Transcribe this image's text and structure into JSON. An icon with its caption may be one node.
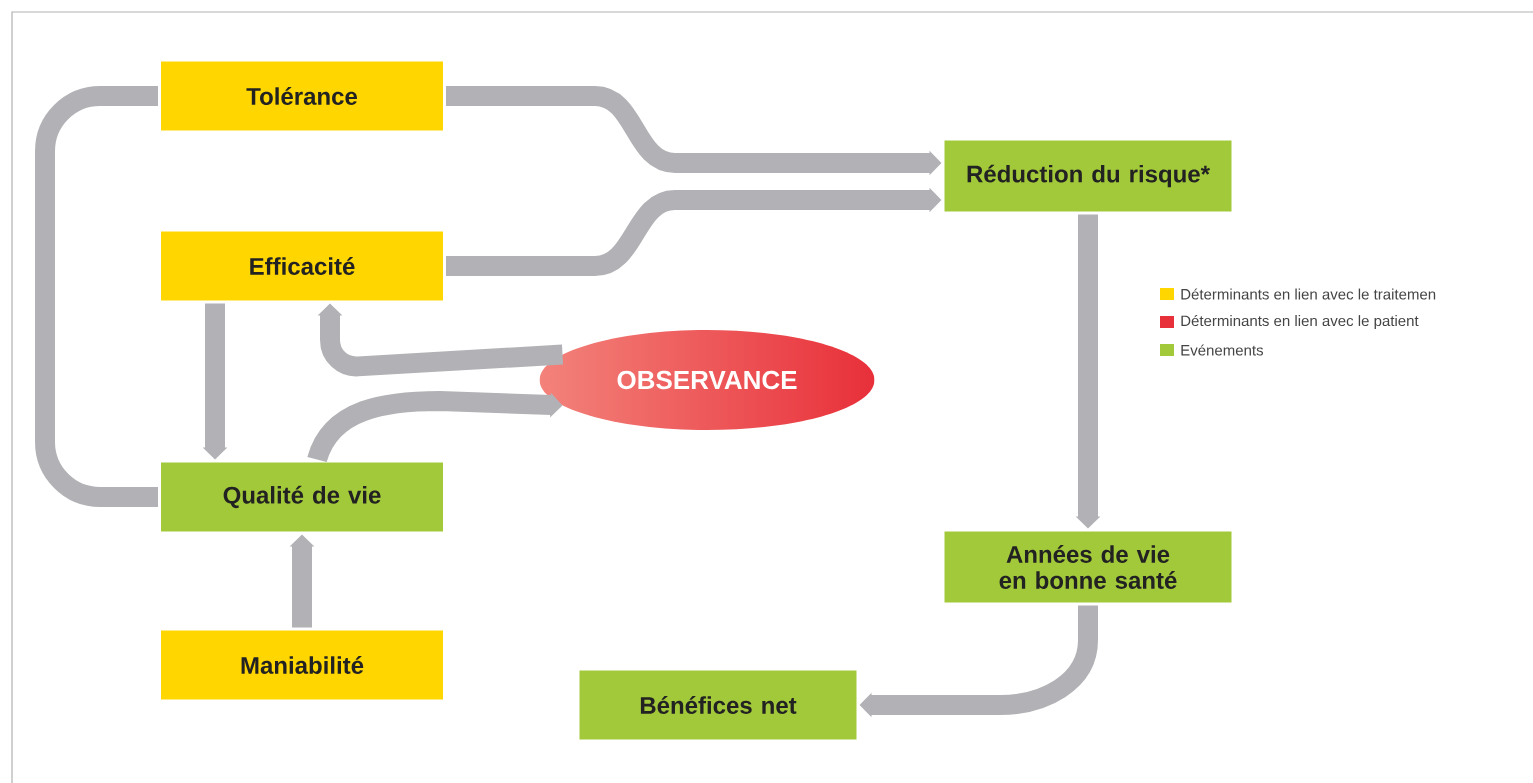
{
  "diagram": {
    "nodes": [
      {
        "text": [
          "Tolérance"
        ]
      },
      {
        "text": [
          "Réduction du risque*"
        ]
      },
      {
        "text": [
          "Efficacité"
        ]
      },
      {
        "text": [
          "OBSERVANCE"
        ]
      },
      {
        "text": [
          "Qualité de vie"
        ]
      },
      {
        "text": [
          "Années de vie en bonne santé"
        ]
      },
      {
        "text": [
          "Maniabilité"
        ]
      },
      {
        "text": [
          "Bénéfices net"
        ]
      }
    ],
    "edges": [
      {
        "from": 0,
        "to": 1,
        "arrow": "to"
      },
      {
        "from": 2,
        "to": 1,
        "arrow": "to"
      },
      {
        "from": 0,
        "to": 4,
        "arrow": "none"
      },
      {
        "from": 2,
        "to": 4,
        "arrow": "to"
      },
      {
        "from": 3,
        "to": 2,
        "arrow": "to"
      },
      {
        "from": 4,
        "to": 3,
        "arrow": "to"
      },
      {
        "from": 6,
        "to": 4,
        "arrow": "to"
      },
      {
        "from": 1,
        "to": 5,
        "arrow": "to"
      },
      {
        "from": 5,
        "to": 7,
        "arrow": "to"
      }
    ],
    "legend": [
      {
        "text": "Déterminants en lien avec le traitemen",
        "color": "#ffd600"
      },
      {
        "text": "Déterminants en lien avec le patient",
        "color": "#e8303a"
      },
      {
        "text": "Evénements",
        "color": "#a2c93a"
      }
    ]
  }
}
